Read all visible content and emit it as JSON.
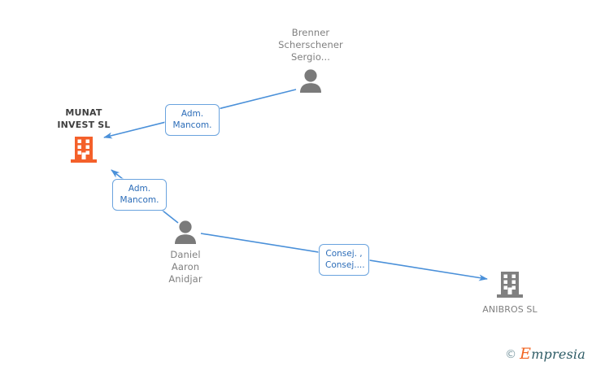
{
  "graph": {
    "title": "MUNAT INVEST SL relationship graph",
    "colors": {
      "edge": "#4a90d9",
      "chip_border": "#6aa3de",
      "chip_text": "#2b6cb8",
      "company_orange": "#f4602a",
      "company_grey": "#808080",
      "person_grey": "#808080",
      "label_dark": "#3f3f3f",
      "background": "#ffffff"
    },
    "nodes": [
      {
        "id": "munat",
        "label": "MUNAT\nINVEST SL",
        "type": "company",
        "icon": "building-icon",
        "color": "#f4602a",
        "label_position": "above"
      },
      {
        "id": "brenner",
        "label": "Brenner\nScherschener\nSergio...",
        "type": "person",
        "icon": "person-icon",
        "color": "#808080",
        "label_position": "above"
      },
      {
        "id": "daniel",
        "label": "Daniel\nAaron\nAnidjar",
        "type": "person",
        "icon": "person-icon",
        "color": "#808080",
        "label_position": "below"
      },
      {
        "id": "anibros",
        "label": "ANIBROS SL",
        "type": "company",
        "icon": "building-icon",
        "color": "#808080",
        "label_position": "below"
      }
    ],
    "edges": [
      {
        "id": "edge-brenner-munat",
        "from": "brenner",
        "to": "munat",
        "chip": "Adm.\nMancom."
      },
      {
        "id": "edge-daniel-munat",
        "from": "daniel",
        "to": "munat",
        "chip": "Adm.\nMancom."
      },
      {
        "id": "edge-daniel-anibros",
        "from": "daniel",
        "to": "anibros",
        "chip": "Consej. ,\nConsej...."
      }
    ]
  },
  "watermark": {
    "copyright": "©",
    "brand_initial": "E",
    "brand_rest": "mpresia"
  }
}
